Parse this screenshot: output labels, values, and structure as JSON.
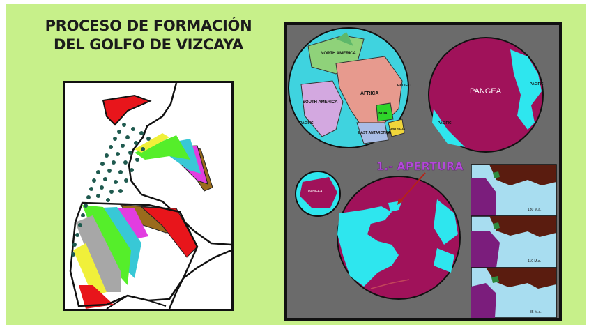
{
  "title": {
    "line1": "PROCESO DE FORMACIÓN",
    "line2": "DEL GOLFO DE VIZCAYA"
  },
  "globe_labels": {
    "north_america": "NORTH AMERICA",
    "south_america": "SOUTH AMERICA",
    "africa": "AFRICA",
    "india": "INDIA",
    "east_antarctica": "EAST ANTARCTICA",
    "australia": "AUSTRALIA",
    "pacific_1": "PACIFIC",
    "pacific_2": "PACIFIC",
    "pacific_3": "PACIFIC",
    "pacific_4": "PACIFIC",
    "pangea_large": "PANGEA",
    "pangea_small": "PANGEA"
  },
  "apertura_label": "1.- APERTURA",
  "time_labels": [
    "130 M.a.",
    "110 M.a.",
    "85 M.a."
  ],
  "colors": {
    "background": "#c7f08a",
    "panel": "#6b6b6b",
    "ocean": "#2ee6ee",
    "pangea": "#a0125a",
    "apertura": "#b24ad8"
  }
}
